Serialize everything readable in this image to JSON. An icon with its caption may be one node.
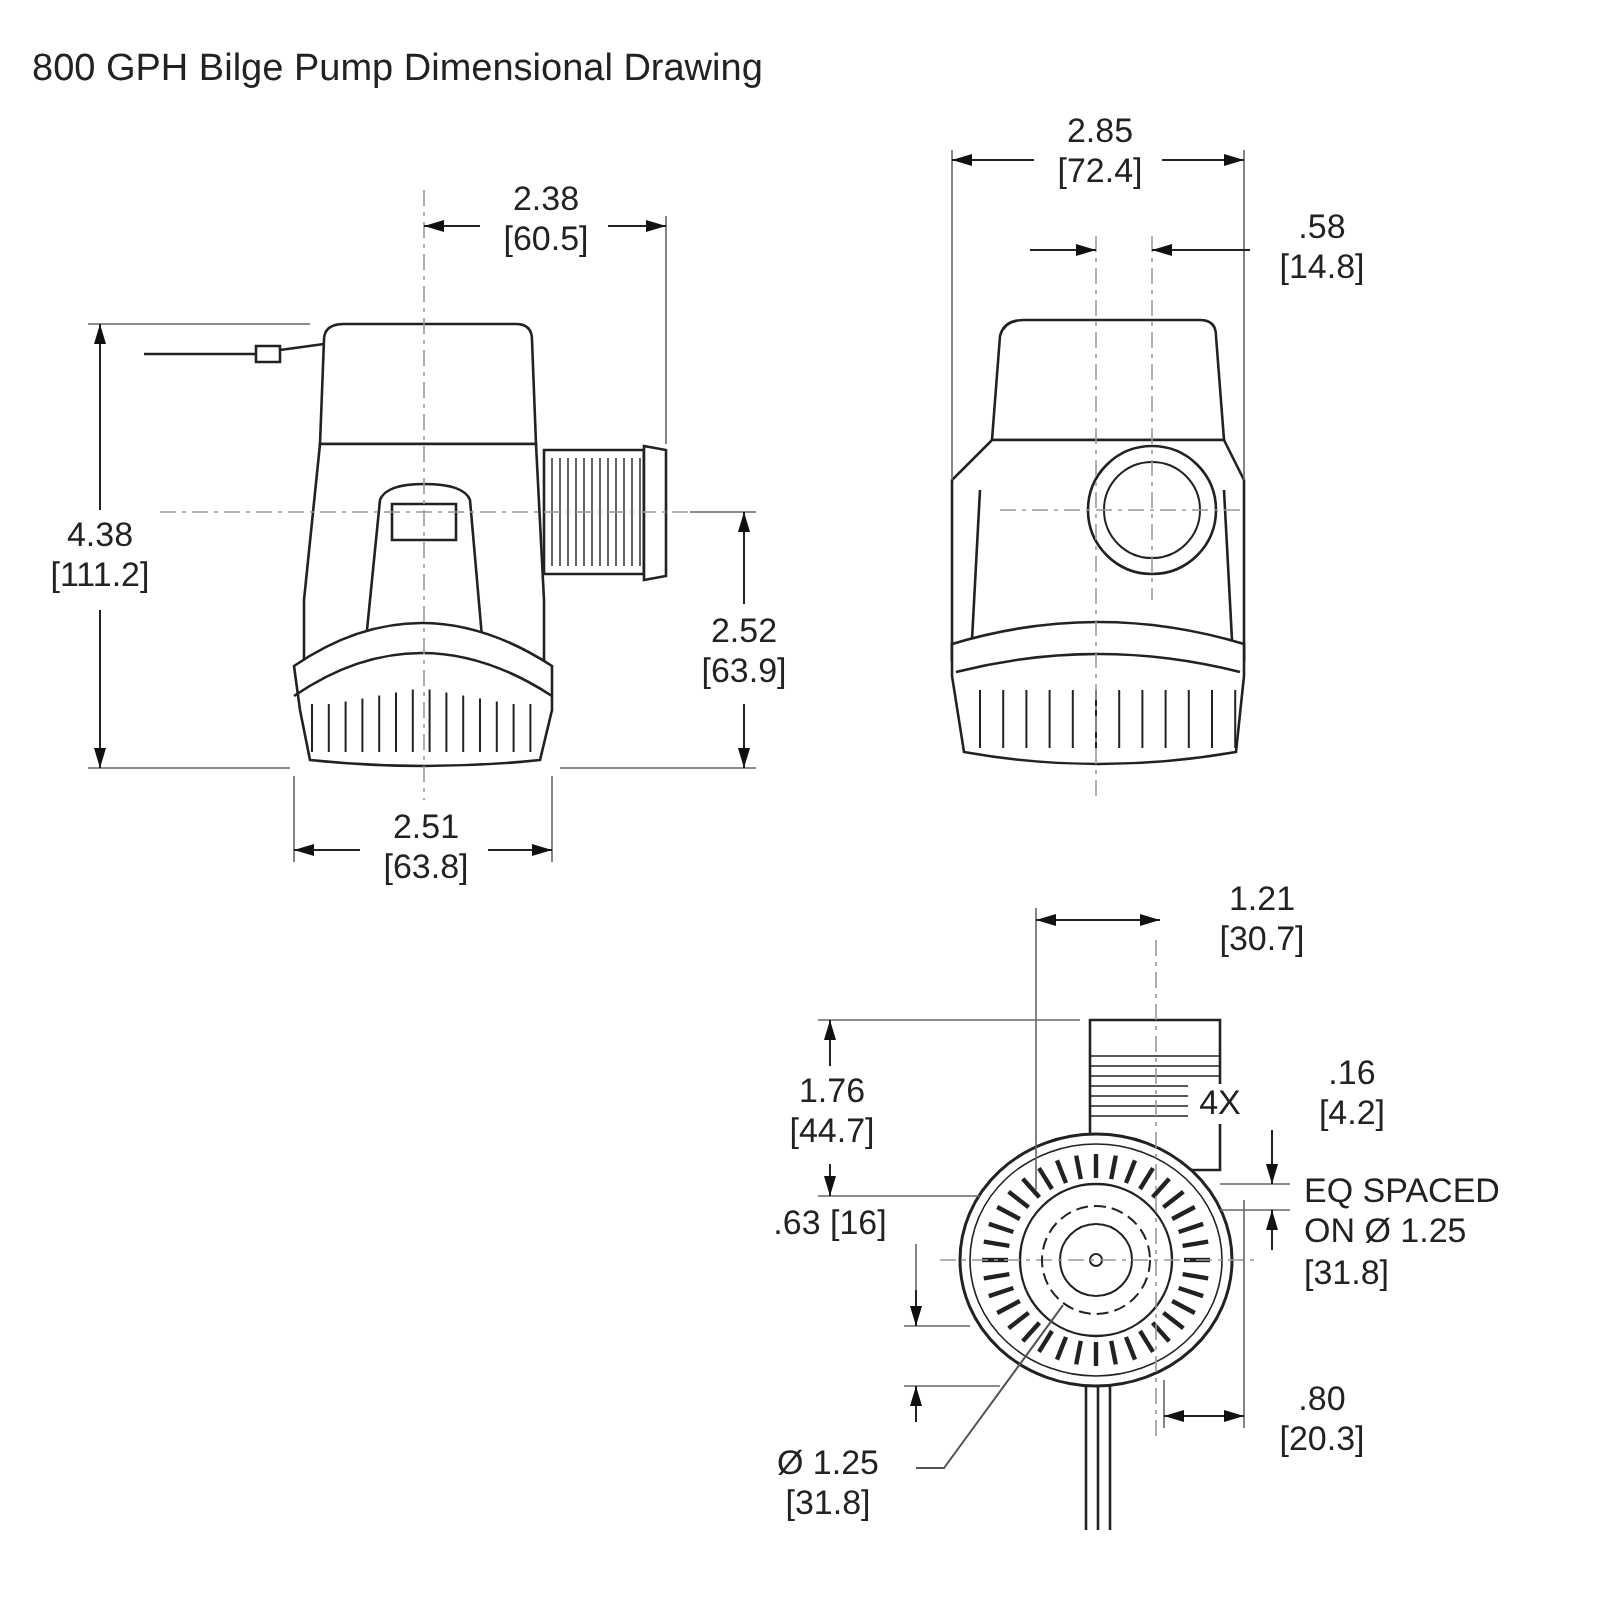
{
  "diagram": {
    "title": "800 GPH Bilge Pump Dimensional Drawing",
    "nodes": [
      {
        "text": [
          "Ø 1.25 [31.8]"
        ]
      },
      {
        "text": [],
        "shape": "circle"
      }
    ],
    "edges": [
      {
        "from": 0,
        "to": 1,
        "arrow": "none"
      }
    ],
    "labels": [
      "2.85 [72.4]",
      "2.38 [60.5]",
      ".58 [14.8]",
      "4.38 [111.2]",
      "2.52 [63.9]",
      "2.51 [63.8]",
      "1.21 [30.7]",
      "1.76 [44.7]",
      "4X",
      ".16 [4.2]",
      "EQ SPACED ON Ø 1.25 [31.8]",
      ".63 [16]",
      ".80 [20.3]"
    ]
  }
}
